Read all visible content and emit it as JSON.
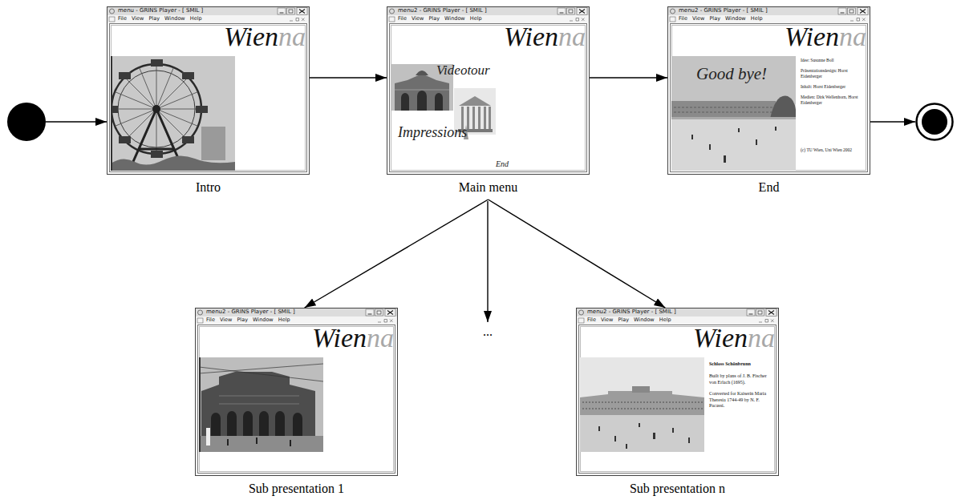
{
  "diagram": {
    "nodes": [
      {
        "text": [
          "menu - GRINS Player - [ SMIL ]",
          "File View Play Window Help",
          "Wien",
          "na",
          "Intro"
        ]
      },
      {
        "text": [
          "menu2 - GRINS Player - [ SMIL ]",
          "File View Play Window Help",
          "Wien",
          "na",
          "Videotour",
          "Impressions",
          "End",
          "Main menu"
        ]
      },
      {
        "text": [
          "menu2 - GRINS Player - [ SMIL ]",
          "File View Play Window Help",
          "Wien",
          "na",
          "Good bye!",
          "Idee: Susanne Boll",
          "Präsentationsdesign: Horst Eidenberger",
          "Inhalt: Horst Eidenberger",
          "Medien: Dirk Wellenhorn, Horst Eidenberger",
          "(c) TU Wien, Uni Wien 2002",
          "End"
        ]
      },
      {
        "text": [
          "menu2 - GRINS Player - [ SMIL ]",
          "File View Play Window Help",
          "Wien",
          "na",
          "Sub presentation 1"
        ]
      },
      {
        "text": [
          "menu2 - GRINS Player - [ SMIL ]",
          "File View Play Window Help",
          "Wien",
          "na",
          "Schloss Schönbrunn",
          "Built by plans of J. B. Fischer von Erlach (1695).",
          "Converted for Kaiserin Maria Theresia 1744-49 by N. F. Pacassi.",
          "Sub presentation n"
        ]
      }
    ],
    "edges": [
      {
        "from": 0,
        "to": 1,
        "arrow": "to"
      },
      {
        "from": 1,
        "to": 2,
        "arrow": "to"
      },
      {
        "from": 1,
        "to": 3,
        "arrow": "to"
      },
      {
        "from": 1,
        "to": 4,
        "arrow": "to"
      }
    ],
    "labels": [
      "..."
    ]
  }
}
